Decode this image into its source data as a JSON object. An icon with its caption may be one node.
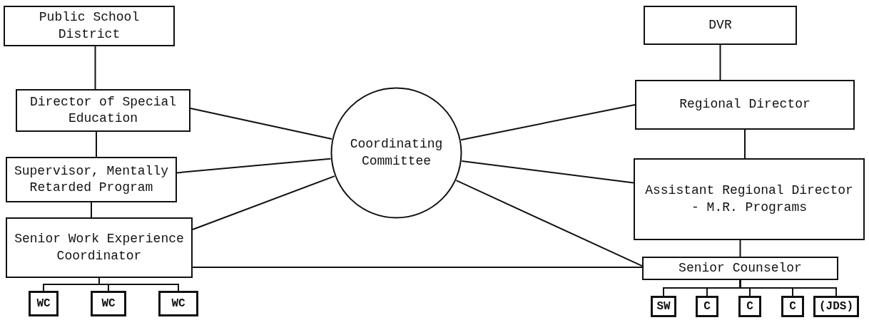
{
  "diagram": {
    "nodes": [
      {
        "text": [
          "Public School District"
        ]
      },
      {
        "text": [
          "Director of Special Education"
        ]
      },
      {
        "text": [
          "Supervisor, Mentally Retarded Program"
        ]
      },
      {
        "text": [
          "Senior Work Experience Coordinator"
        ]
      },
      {
        "text": [
          "WC"
        ]
      },
      {
        "text": [
          "WC"
        ]
      },
      {
        "text": [
          "WC"
        ]
      },
      {
        "text": [
          "Coordinating Committee"
        ]
      },
      {
        "text": [
          "DVR"
        ]
      },
      {
        "text": [
          "Regional Director"
        ]
      },
      {
        "text": [
          "Assistant Regional Director - M.R. Programs"
        ]
      },
      {
        "text": [
          "Senior Counselor"
        ]
      },
      {
        "text": [
          "SW"
        ]
      },
      {
        "text": [
          "C"
        ]
      },
      {
        "text": [
          "C"
        ]
      },
      {
        "text": [
          "C"
        ]
      },
      {
        "text": [
          "(JDS)"
        ]
      }
    ],
    "edges": [
      {
        "from": 0,
        "to": 1,
        "arrow": "none"
      },
      {
        "from": 1,
        "to": 2,
        "arrow": "none"
      },
      {
        "from": 2,
        "to": 3,
        "arrow": "none"
      },
      {
        "from": 3,
        "to": 4,
        "arrow": "none"
      },
      {
        "from": 3,
        "to": 5,
        "arrow": "none"
      },
      {
        "from": 3,
        "to": 6,
        "arrow": "none"
      },
      {
        "from": 1,
        "to": 7,
        "arrow": "none"
      },
      {
        "from": 2,
        "to": 7,
        "arrow": "none"
      },
      {
        "from": 3,
        "to": 7,
        "arrow": "none"
      },
      {
        "from": 7,
        "to": 9,
        "arrow": "none"
      },
      {
        "from": 7,
        "to": 10,
        "arrow": "none"
      },
      {
        "from": 7,
        "to": 11,
        "arrow": "none"
      },
      {
        "from": 3,
        "to": 11,
        "arrow": "none"
      },
      {
        "from": 8,
        "to": 9,
        "arrow": "none"
      },
      {
        "from": 9,
        "to": 10,
        "arrow": "none"
      },
      {
        "from": 10,
        "to": 11,
        "arrow": "none"
      },
      {
        "from": 11,
        "to": 12,
        "arrow": "none"
      },
      {
        "from": 11,
        "to": 13,
        "arrow": "none"
      },
      {
        "from": 11,
        "to": 14,
        "arrow": "none"
      },
      {
        "from": 11,
        "to": 15,
        "arrow": "none"
      },
      {
        "from": 11,
        "to": 16,
        "arrow": "none"
      }
    ]
  }
}
